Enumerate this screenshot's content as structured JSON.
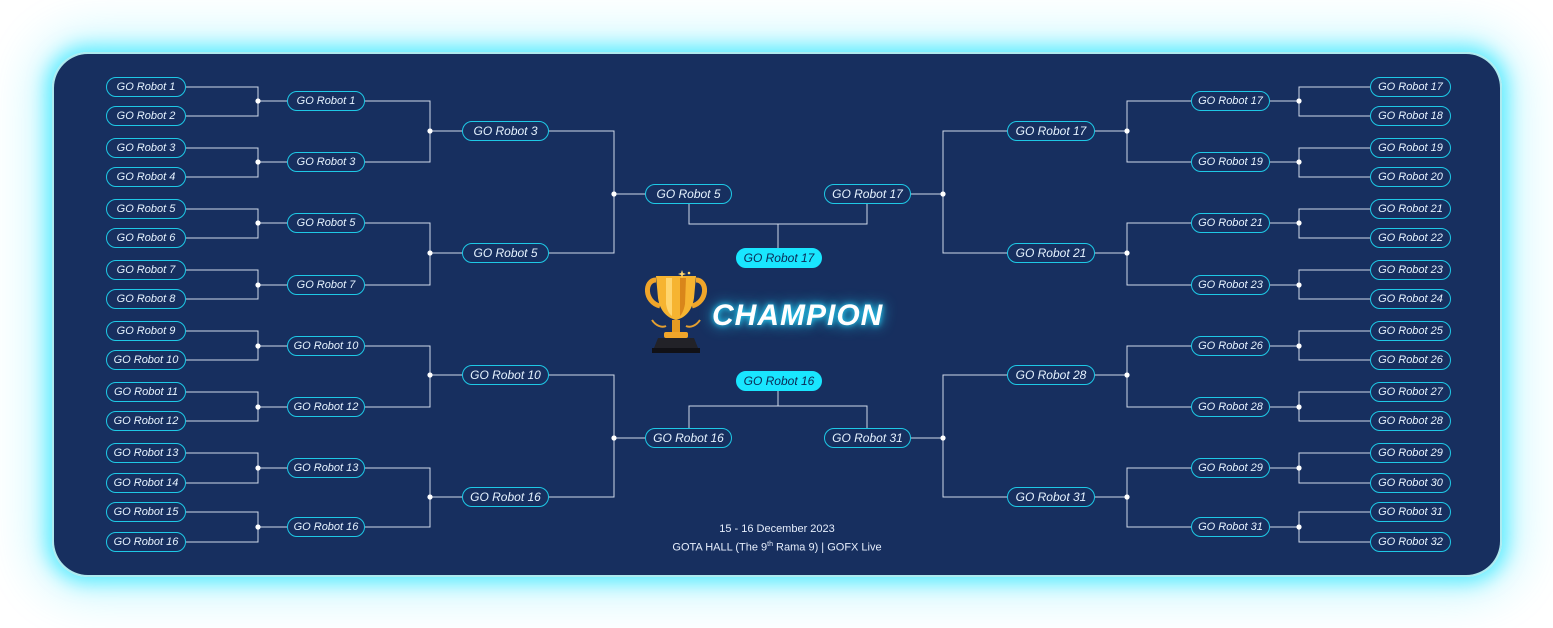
{
  "bracket": {
    "round1_left": [
      "GO Robot 1",
      "GO Robot 2",
      "GO Robot 3",
      "GO Robot 4",
      "GO Robot 5",
      "GO Robot 6",
      "GO Robot 7",
      "GO Robot 8",
      "GO Robot 9",
      "GO Robot 10",
      "GO Robot 11",
      "GO Robot 12",
      "GO Robot 13",
      "GO Robot 14",
      "GO Robot 15",
      "GO Robot 16"
    ],
    "round2_left": [
      "GO Robot 1",
      "GO Robot 3",
      "GO Robot 5",
      "GO Robot 7",
      "GO Robot 10",
      "GO Robot 12",
      "GO Robot 13",
      "GO Robot 16"
    ],
    "round3_left": [
      "GO Robot 3",
      "GO Robot 5",
      "GO Robot 10",
      "GO Robot 16"
    ],
    "round4_left": [
      "GO Robot 5",
      "GO Robot 16"
    ],
    "round1_right": [
      "GO Robot 17",
      "GO Robot 18",
      "GO Robot 19",
      "GO Robot 20",
      "GO Robot 21",
      "GO Robot 22",
      "GO Robot 23",
      "GO Robot 24",
      "GO Robot 25",
      "GO Robot 26",
      "GO Robot 27",
      "GO Robot 28",
      "GO Robot 29",
      "GO Robot 30",
      "GO Robot 31",
      "GO Robot 32"
    ],
    "round2_right": [
      "GO Robot 17",
      "GO Robot 19",
      "GO Robot 21",
      "GO Robot 23",
      "GO Robot 26",
      "GO Robot 28",
      "GO Robot 29",
      "GO Robot 31"
    ],
    "round3_right": [
      "GO Robot 17",
      "GO Robot 21",
      "GO Robot 28",
      "GO Robot 31"
    ],
    "round4_right": [
      "GO Robot 17",
      "GO Robot 31"
    ],
    "final_top": "GO Robot 17",
    "final_bottom": "GO Robot 16"
  },
  "champion_label": "CHAMPION",
  "event": {
    "date": "15 - 16 December 2023",
    "venue_prefix": "GOTA HALL (The 9",
    "venue_sup": "th",
    "venue_suffix": " Rama 9) | GOFX Live"
  },
  "colors": {
    "background": "#172f5f",
    "accent": "#19e6ff",
    "pill_border": "#1ec9e6",
    "line": "#cfd8e8"
  },
  "icons": [
    "trophy-icon"
  ]
}
